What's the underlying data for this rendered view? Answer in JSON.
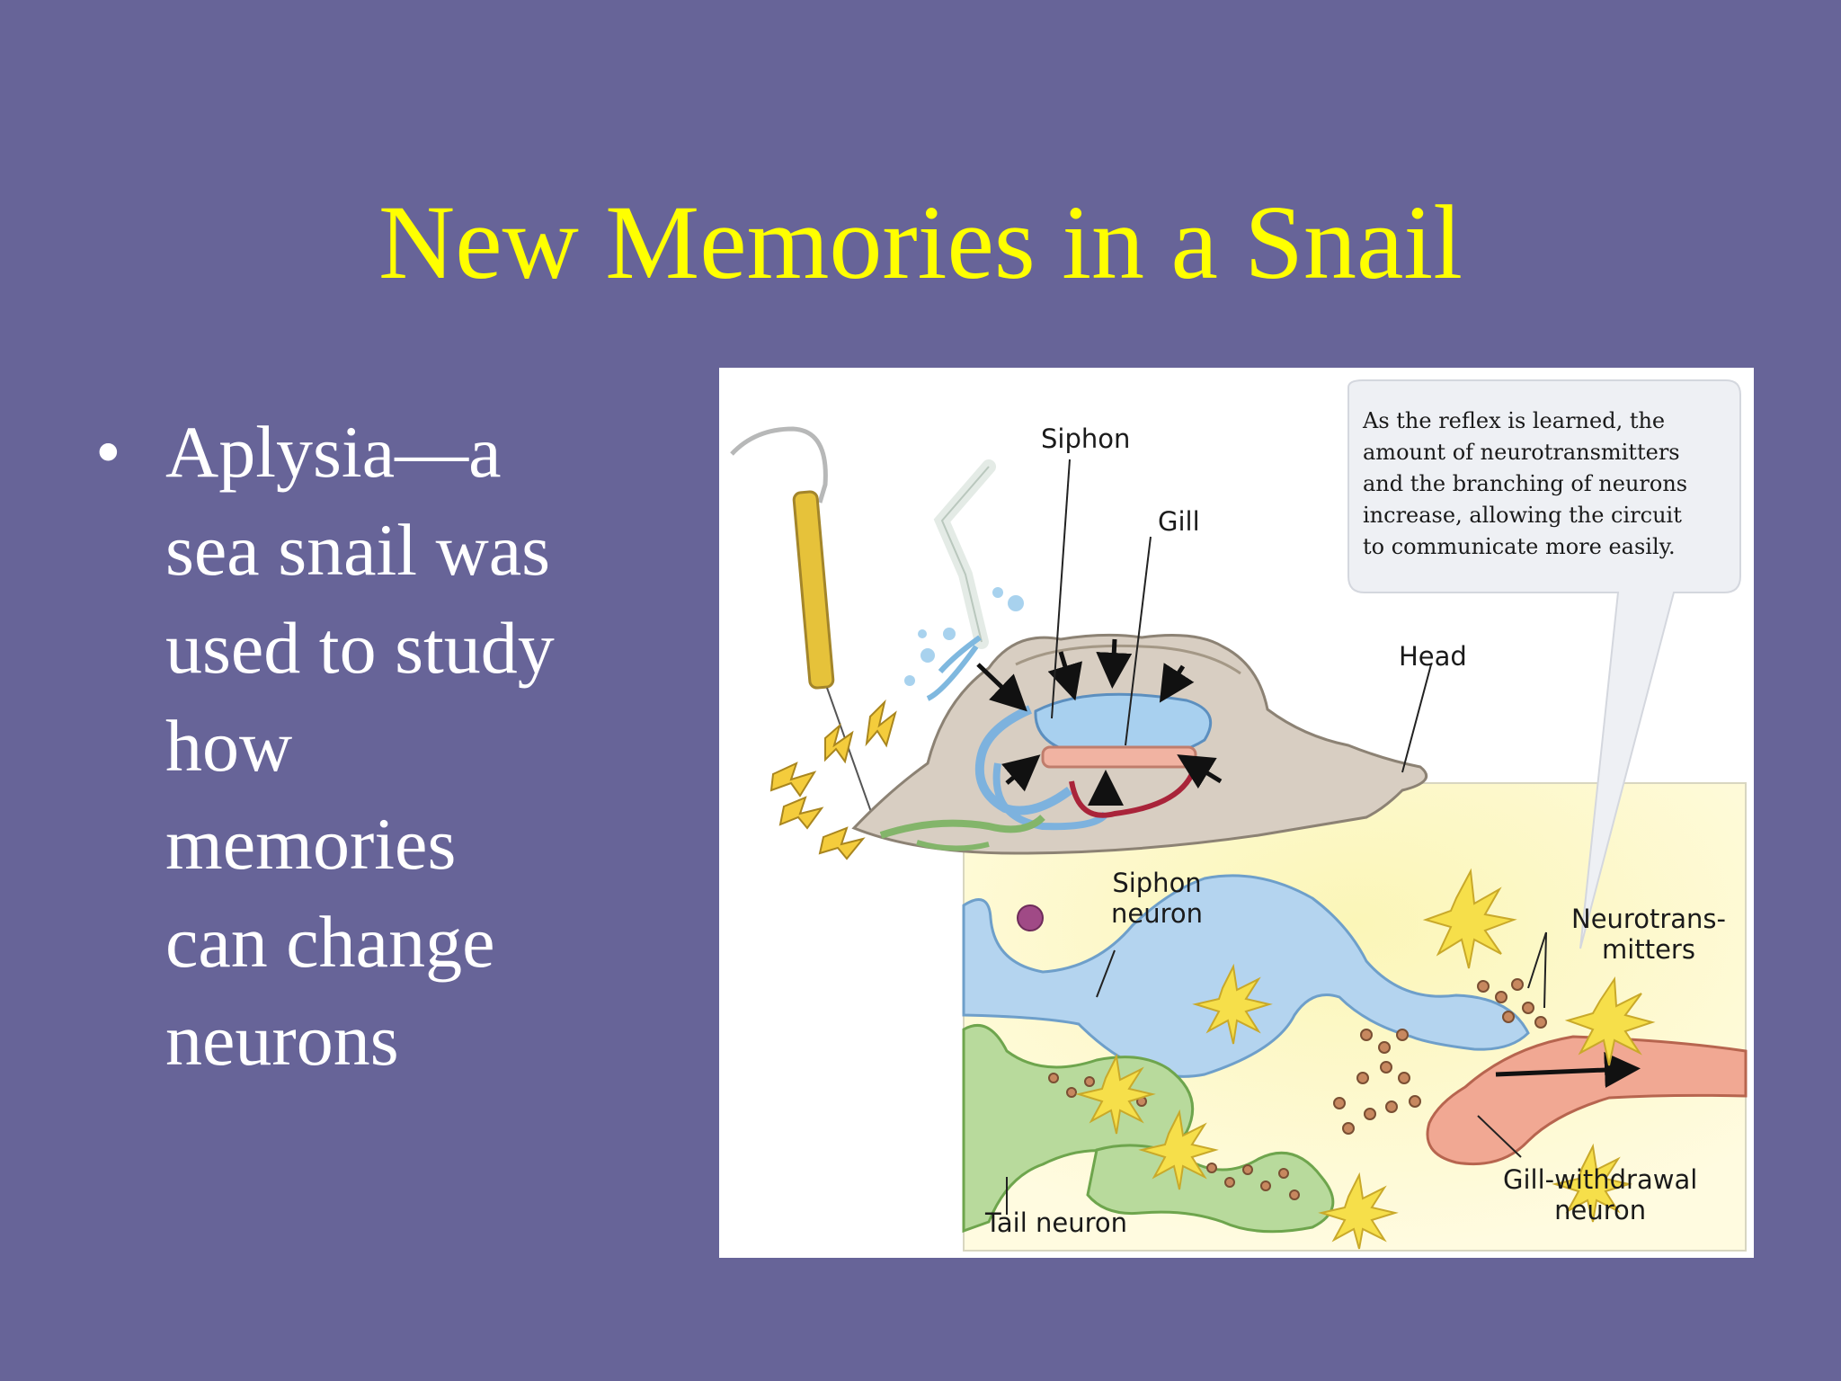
{
  "slide": {
    "title": "New Memories in a Snail",
    "bullet_symbol": "•",
    "bullet_lines": [
      "Aplysia—a",
      "sea snail was",
      "used to study",
      "how",
      "memories",
      "can change",
      "neurons"
    ],
    "colors": {
      "background": "#676498",
      "title": "#FFFF00",
      "body_text": "#FFFFFF"
    }
  },
  "diagram": {
    "labels": {
      "siphon": "Siphon",
      "gill": "Gill",
      "head": "Head",
      "siphon_neuron": [
        "Siphon",
        "neuron"
      ],
      "neurotransmitters": [
        "Neurotrans-",
        "mitters"
      ],
      "gill_withdrawal_neuron": [
        "Gill-withdrawal",
        "neuron"
      ],
      "tail_neuron": "Tail neuron"
    },
    "callout": [
      "As the reflex is learned, the",
      "amount of neurotransmitters",
      "and the branching of neurons",
      "increase, allowing the circuit",
      "to communicate more easily."
    ]
  }
}
